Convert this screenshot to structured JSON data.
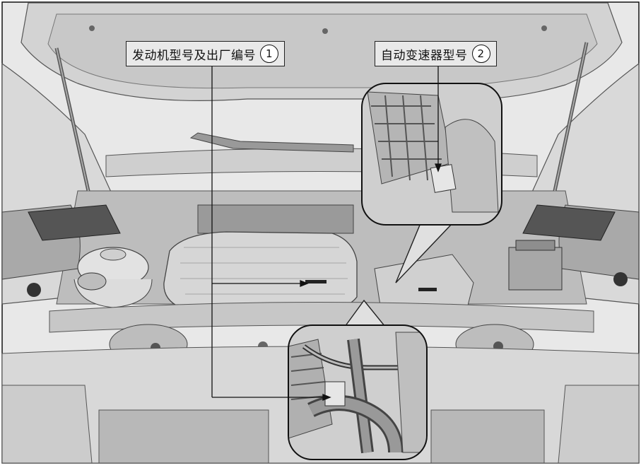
{
  "labels": [
    {
      "text": "发动机型号及出厂编号",
      "number": "1"
    },
    {
      "text": "自动变速器型号",
      "number": "2"
    }
  ],
  "icons": [
    "engine-bay-illustration",
    "hood-strut-icon",
    "zoom-callout-icon"
  ]
}
